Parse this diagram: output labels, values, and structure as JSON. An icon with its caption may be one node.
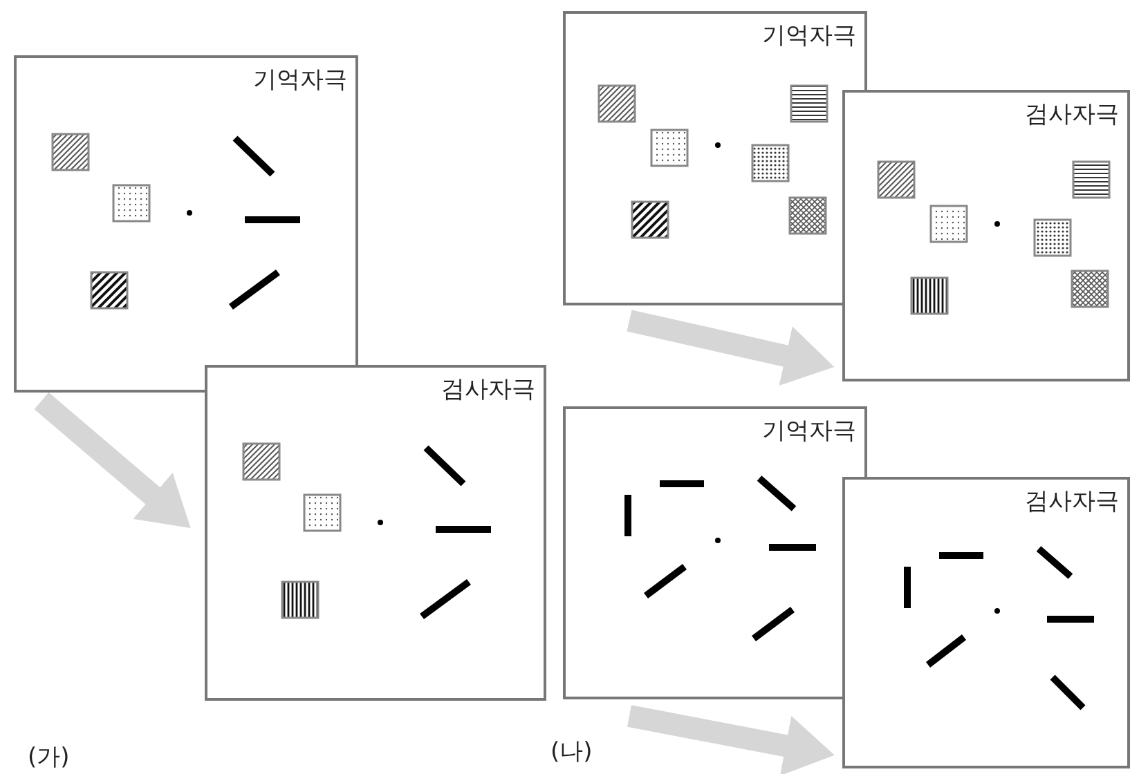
{
  "diagram": {
    "nodes": [
      {
        "text": [
          "기억자극"
        ]
      },
      {
        "text": [
          "검사자극"
        ]
      },
      {
        "text": [
          "기억자극"
        ]
      },
      {
        "text": [
          "검사자극"
        ]
      },
      {
        "text": [
          "기억자극"
        ]
      },
      {
        "text": [
          "검사자극"
        ]
      }
    ],
    "edges": [
      {
        "from": 0,
        "to": 1,
        "arrow": "to"
      },
      {
        "from": 2,
        "to": 3,
        "arrow": "to"
      },
      {
        "from": 4,
        "to": 5,
        "arrow": "to"
      }
    ],
    "labels": [
      "(가)",
      "(나)"
    ]
  }
}
